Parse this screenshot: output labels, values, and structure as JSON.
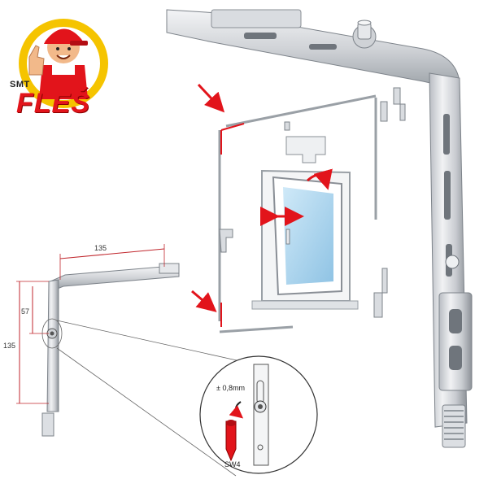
{
  "logo": {
    "prefix": "SMT",
    "brand": "FLEŠ"
  },
  "dimensions": {
    "top_width": "135",
    "side_height": "135",
    "offset": "57"
  },
  "detail": {
    "adjustment": "± 0,8mm",
    "tool": "SW4"
  },
  "colors": {
    "brand_red": "#e2141b",
    "logo_yellow": "#f5c400",
    "arrow_red": "#e2141b",
    "metal_light": "#e6e8eb",
    "metal_dark": "#8a8f96",
    "glass_blue": "#a9d4ee"
  }
}
